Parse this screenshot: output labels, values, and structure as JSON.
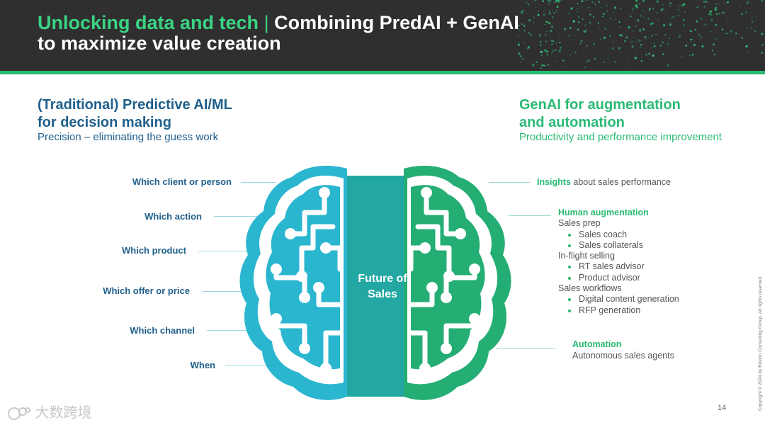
{
  "header": {
    "title_accent": "Unlocking data and tech",
    "title_separator": "|",
    "title_main": "Combining PredAI + GenAI",
    "title_line2": "to maximize value creation"
  },
  "left": {
    "heading_line1": "(Traditional) Predictive AI/ML",
    "heading_line2": "for decision making",
    "subheading": "Precision – eliminating the guess work",
    "questions": [
      "Which client or person",
      "Which action",
      "Which product",
      "Which offer or price",
      "Which channel",
      "When"
    ]
  },
  "right": {
    "heading_line1": "GenAI for augmentation",
    "heading_line2": "and automation",
    "subheading": "Productivity and performance improvement",
    "insights_label": "Insights",
    "insights_text": "about sales performance",
    "human_aug": {
      "title": "Human augmentation",
      "groups": [
        {
          "name": "Sales prep",
          "items": [
            "Sales coach",
            "Sales collaterals"
          ]
        },
        {
          "name": "In-flight selling",
          "items": [
            "RT sales advisor",
            "Product advisor"
          ]
        },
        {
          "name": "Sales workflows",
          "items": [
            "Digital content generation",
            "RFP generation"
          ]
        }
      ]
    },
    "automation": {
      "title": "Automation",
      "text": "Autonomous sales agents"
    }
  },
  "brain": {
    "center_line1": "Future of",
    "center_line2": "Sales"
  },
  "footer": {
    "copyright": "Copyright © 2024 by Boston Consulting Group. All rights reserved.",
    "page_number": "14",
    "watermark": "大数跨境"
  },
  "colors": {
    "header_bg": "#2f2f2f",
    "green_accent": "#29ba74",
    "bright_green": "#3ad483",
    "navy_text": "#1f5f8b",
    "brain_left": "#2bb6d0",
    "brain_right": "#25ae74"
  }
}
